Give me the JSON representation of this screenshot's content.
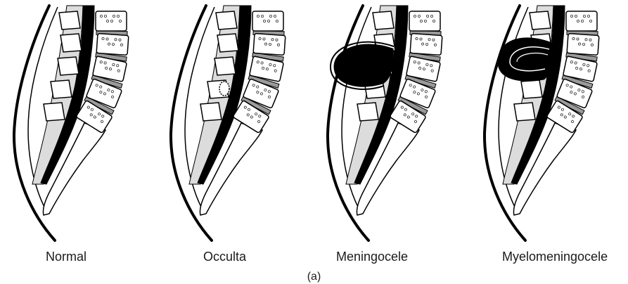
{
  "figure": {
    "panels": [
      {
        "label": "Normal",
        "defect": "none"
      },
      {
        "label": "Occulta",
        "defect": "occulta"
      },
      {
        "label": "Meningocele",
        "defect": "meningocele"
      },
      {
        "label": "Myelomeningocele",
        "defect": "myelomeningocele"
      }
    ],
    "sublabel": "(a)",
    "colors": {
      "ink": "#000000",
      "bone": "#ffffff",
      "disc": "#9a9a9a",
      "muscle": "#dcdcdc",
      "spongy": "#333333"
    }
  }
}
